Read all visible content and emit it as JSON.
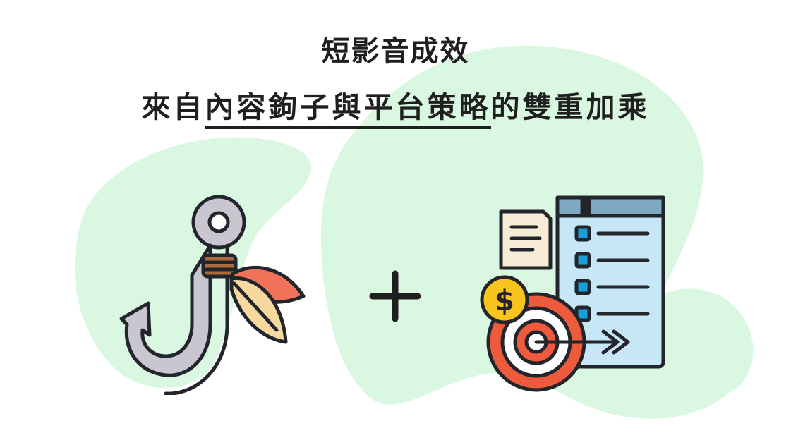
{
  "header": {
    "title_line_1": "短影音成效",
    "title_line_2_prefix": "來自",
    "title_line_2_highlight": "內容鉤子與平台策略",
    "title_line_2_suffix": "的雙重加乘"
  },
  "icons": {
    "left": "fishhook-icon",
    "middle": "plus-icon",
    "right": "strategy-target-icon",
    "coin_symbol": "$"
  },
  "colors": {
    "background_blob": "#d9f7e1",
    "text": "#1f1f1f",
    "outline": "#22252b",
    "hook_metal": "#c9c6cf",
    "feather_orange": "#f2735a",
    "feather_cream": "#f7d9a0",
    "wrap_brown": "#b06a3b",
    "target_red": "#ee5a3c",
    "coin_yellow": "#f9c41e",
    "doc_blue": "#c7e6f6",
    "checkbox_blue": "#1a9ed8"
  }
}
